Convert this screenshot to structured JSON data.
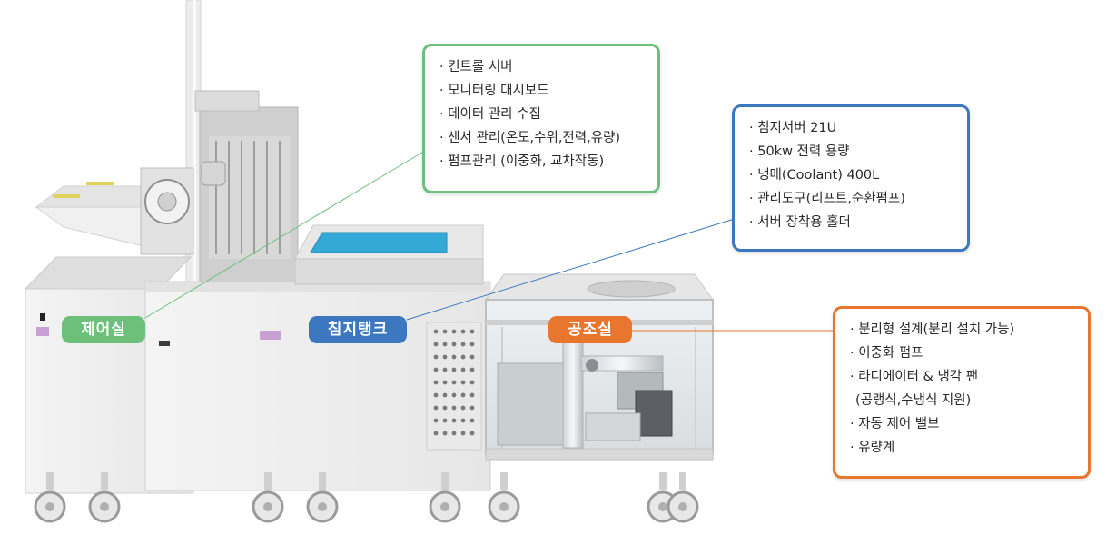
{
  "labels": {
    "control_room": "제어실",
    "immersion_tank": "침지탱크",
    "hvac_room": "공조실"
  },
  "callouts": {
    "control": {
      "items": [
        "· 컨트롤 서버",
        "· 모니터링 대시보드",
        "· 데이터 관리 수집",
        "· 센서 관리(온도,수위,전력,유량)",
        "· 펌프관리 (이중화, 교차작동)"
      ]
    },
    "tank": {
      "items": [
        "· 침지서버 21U",
        "· 50kw 전력 용량",
        "· 냉매(Coolant) 400L",
        "· 관리도구(리프트,순환펌프)",
        "· 서버 장착용 홀더"
      ]
    },
    "hvac": {
      "items": [
        "· 분리형 설계(분리 설치 가능)",
        "· 이중화 펌프",
        "· 라디에이터 & 냉각 팬",
        "(공랭식,수냉식 지원)",
        "· 자동 제어 밸브",
        "· 유량계"
      ]
    }
  },
  "colors": {
    "control": "#6cc07a",
    "tank": "#3b78c0",
    "hvac": "#e8762f",
    "tank_top": "#34a8d6"
  }
}
